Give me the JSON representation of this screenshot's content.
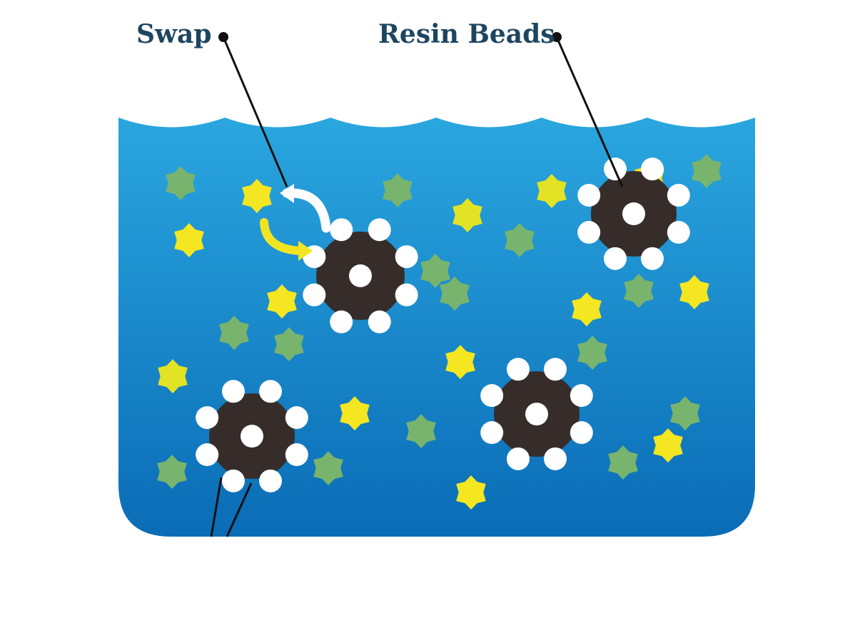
{
  "labels": {
    "swap": "Swap",
    "resin_beads": "Resin Beads"
  },
  "colors": {
    "label_text": "#1e4560",
    "water_top": "#2aa6df",
    "water_bottom": "#0a6cb6",
    "bead_core": "#362d2b",
    "bead_site": "#ffffff",
    "ion_yellow": "#f4e620",
    "ion_yellow_green": "#e2e324",
    "ion_green": "#78b46e",
    "swap_arrow_white": "#ffffff",
    "swap_arrow_yellow": "#f2e421",
    "leader_line": "#111111"
  },
  "beads": [
    {
      "id": "bead-center-left"
    },
    {
      "id": "bead-top-right"
    },
    {
      "id": "bead-bottom-left"
    },
    {
      "id": "bead-bottom-right"
    }
  ],
  "ions": {
    "yellow_count": 14,
    "green_count": 14
  }
}
